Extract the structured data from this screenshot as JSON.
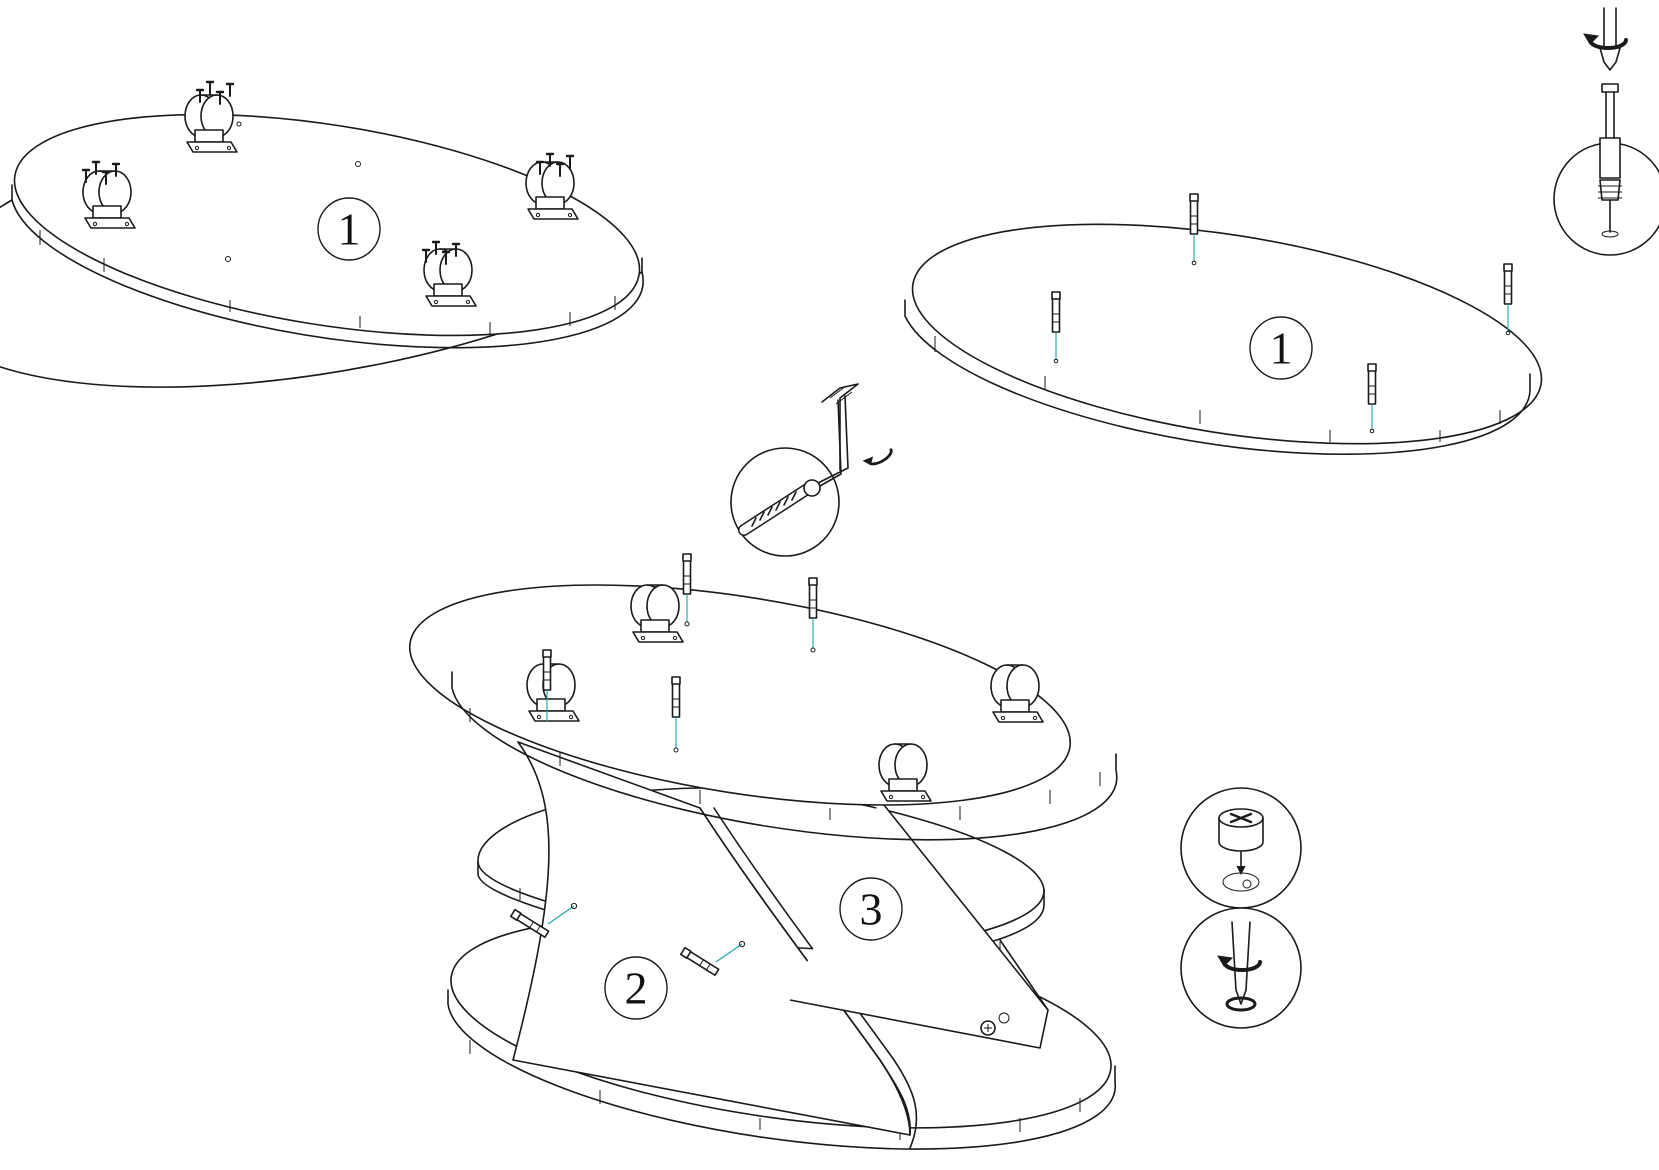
{
  "diagram": {
    "part_labels": {
      "panel_top_left": "1",
      "panel_top_right": "1",
      "side_panel": "2",
      "shelf_panel": "3"
    },
    "colors": {
      "line": "#1a1a1a",
      "guide": "#1aa3a3",
      "background": "#ffffff"
    },
    "icons": [
      "caster-wheel-icon",
      "screw-icon",
      "dowel-icon",
      "allen-key-icon",
      "screwdriver-icon",
      "cam-lock-icon",
      "rotate-arrow-icon"
    ]
  }
}
